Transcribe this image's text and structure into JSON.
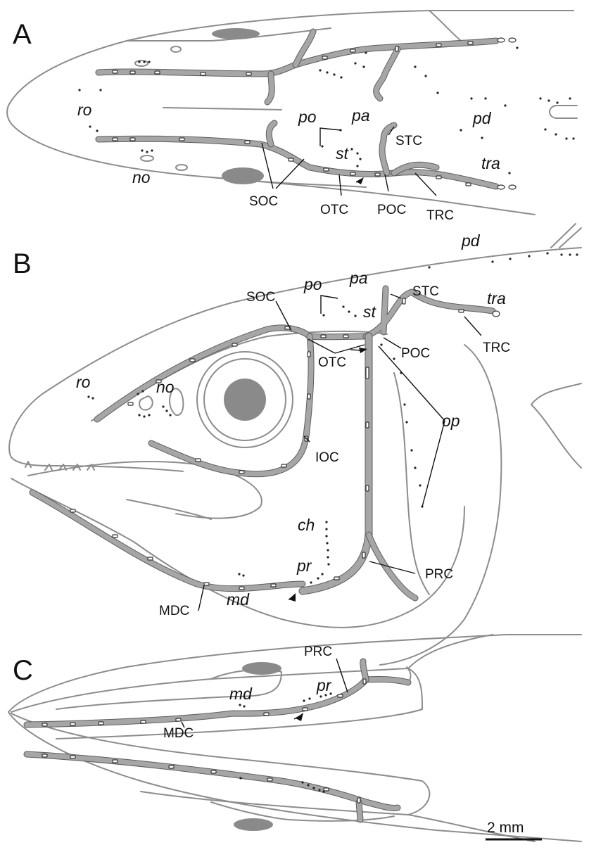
{
  "figure": {
    "panels": [
      {
        "letter": "A",
        "region_labels": [
          "ro",
          "no",
          "po",
          "pa",
          "st",
          "pd",
          "tra"
        ],
        "canal_labels": [
          "SOC",
          "OTC",
          "POC",
          "TRC",
          "STC"
        ]
      },
      {
        "letter": "B",
        "region_labels": [
          "pd",
          "po",
          "pa",
          "st",
          "tra",
          "ro",
          "no",
          "op",
          "ch",
          "pr",
          "md"
        ],
        "canal_labels": [
          "SOC",
          "STC",
          "OTC",
          "POC",
          "TRC",
          "IOC",
          "PRC",
          "MDC"
        ]
      },
      {
        "letter": "C",
        "region_labels": [
          "pr",
          "md"
        ],
        "canal_labels": [
          "PRC",
          "MDC"
        ]
      }
    ],
    "scale_bar": {
      "label": "2 mm"
    },
    "colors": {
      "outline": "#8c8c8c",
      "canal": "#a6a6a6",
      "canal_edge": "#5e5e5e",
      "dark_fill": "#8a8a8a",
      "text": "#111111"
    }
  }
}
